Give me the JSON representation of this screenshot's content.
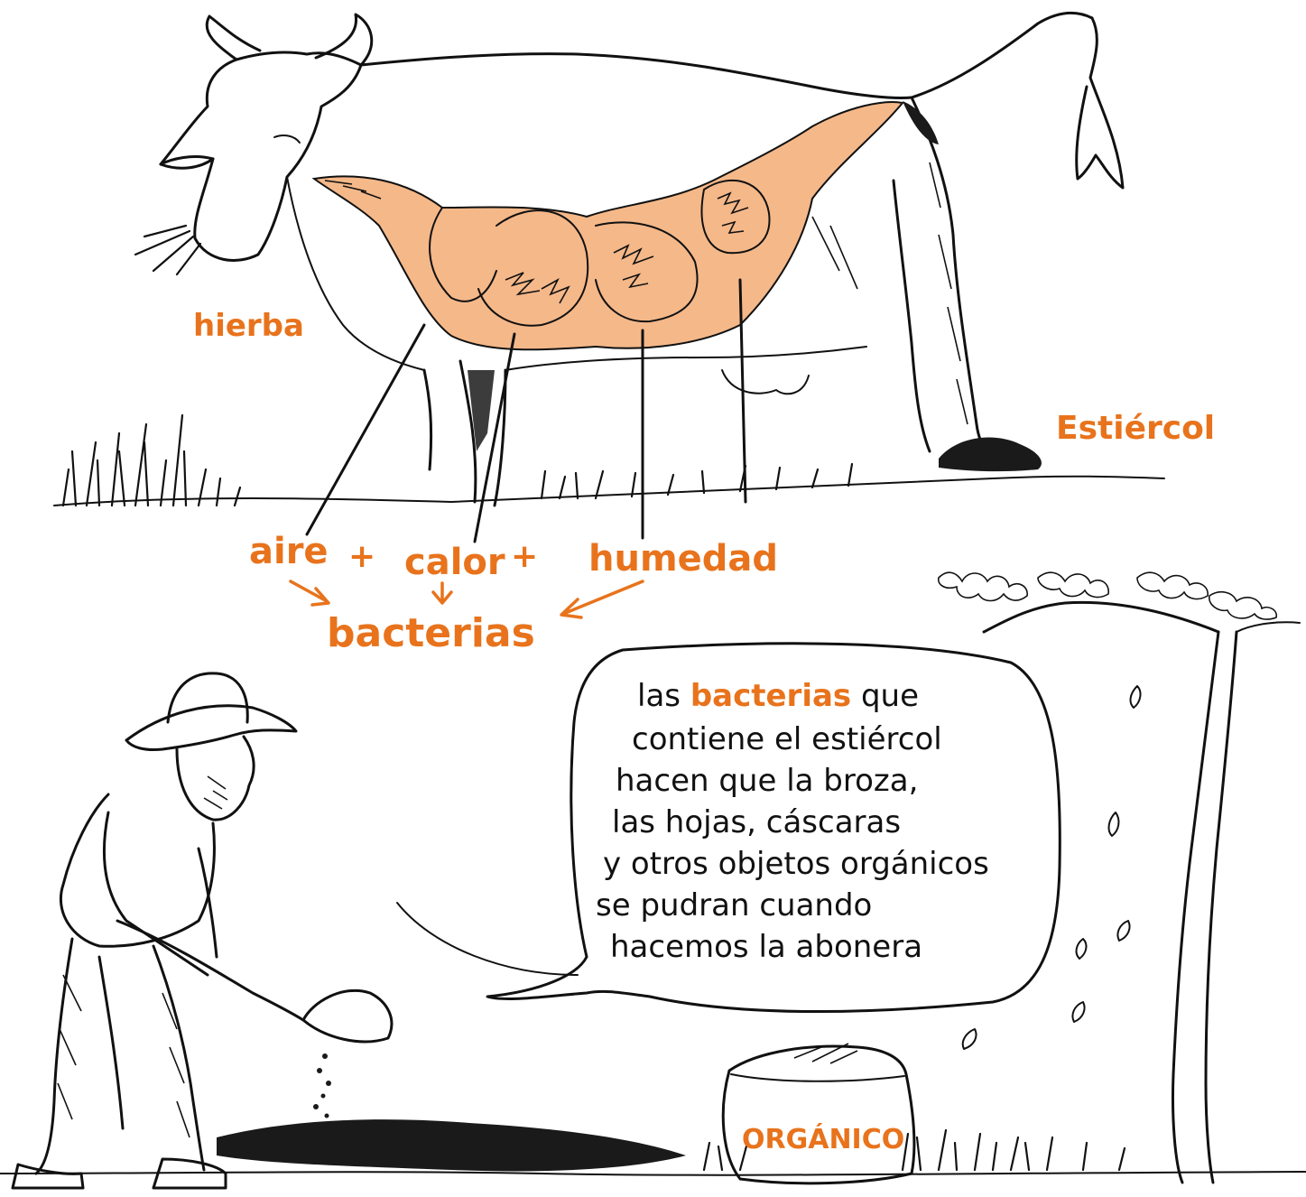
{
  "colors": {
    "accent_orange": "#e8731c",
    "stomach_fill": "#f5b889",
    "ink": "#111111",
    "background": "#ffffff"
  },
  "labels": {
    "hierba": "hierba",
    "estiercol": "Estiércol",
    "aire": "aire",
    "calor": "calor",
    "humedad": "humedad",
    "plus": "+",
    "bacterias": "bacterias",
    "sack": "ORGÁNICO"
  },
  "speech": {
    "line1_pre": "las ",
    "line1_highlight": "bacterias",
    "line1_post": " que",
    "line2": "contiene el estiércol",
    "line3": "hacen que la broza,",
    "line4": "las hojas, cáscaras",
    "line5": "y otros objetos orgánicos",
    "line6": "se pudran cuando",
    "line7": "hacemos la abonera"
  },
  "icons": [
    "cow-illustration",
    "stomach-icon",
    "farmer-illustration",
    "shovel-icon",
    "tree-illustration",
    "compost-sack-icon",
    "arrow-icon"
  ]
}
